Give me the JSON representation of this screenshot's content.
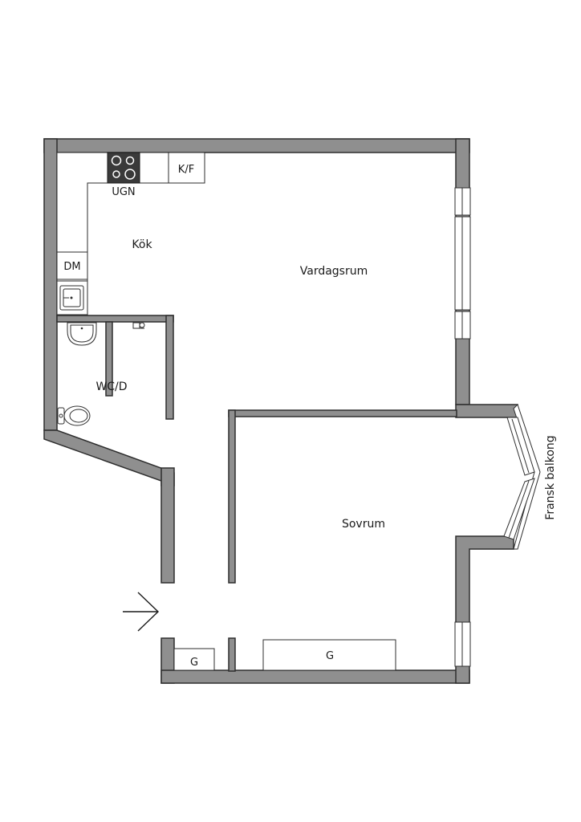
{
  "rooms": {
    "kitchen": "Kök",
    "living": "Vardagsrum",
    "wc": "WC/D",
    "bedroom": "Sovrum",
    "balcony": "Fransk balkong"
  },
  "fixtures": {
    "oven": "UGN",
    "fridge": "K/F",
    "dishwasher": "DM",
    "wardrobe_hall": "G",
    "wardrobe_bedroom": "G"
  },
  "colors": {
    "wall": "#8f8f8f",
    "stove": "#3a3a3a"
  }
}
